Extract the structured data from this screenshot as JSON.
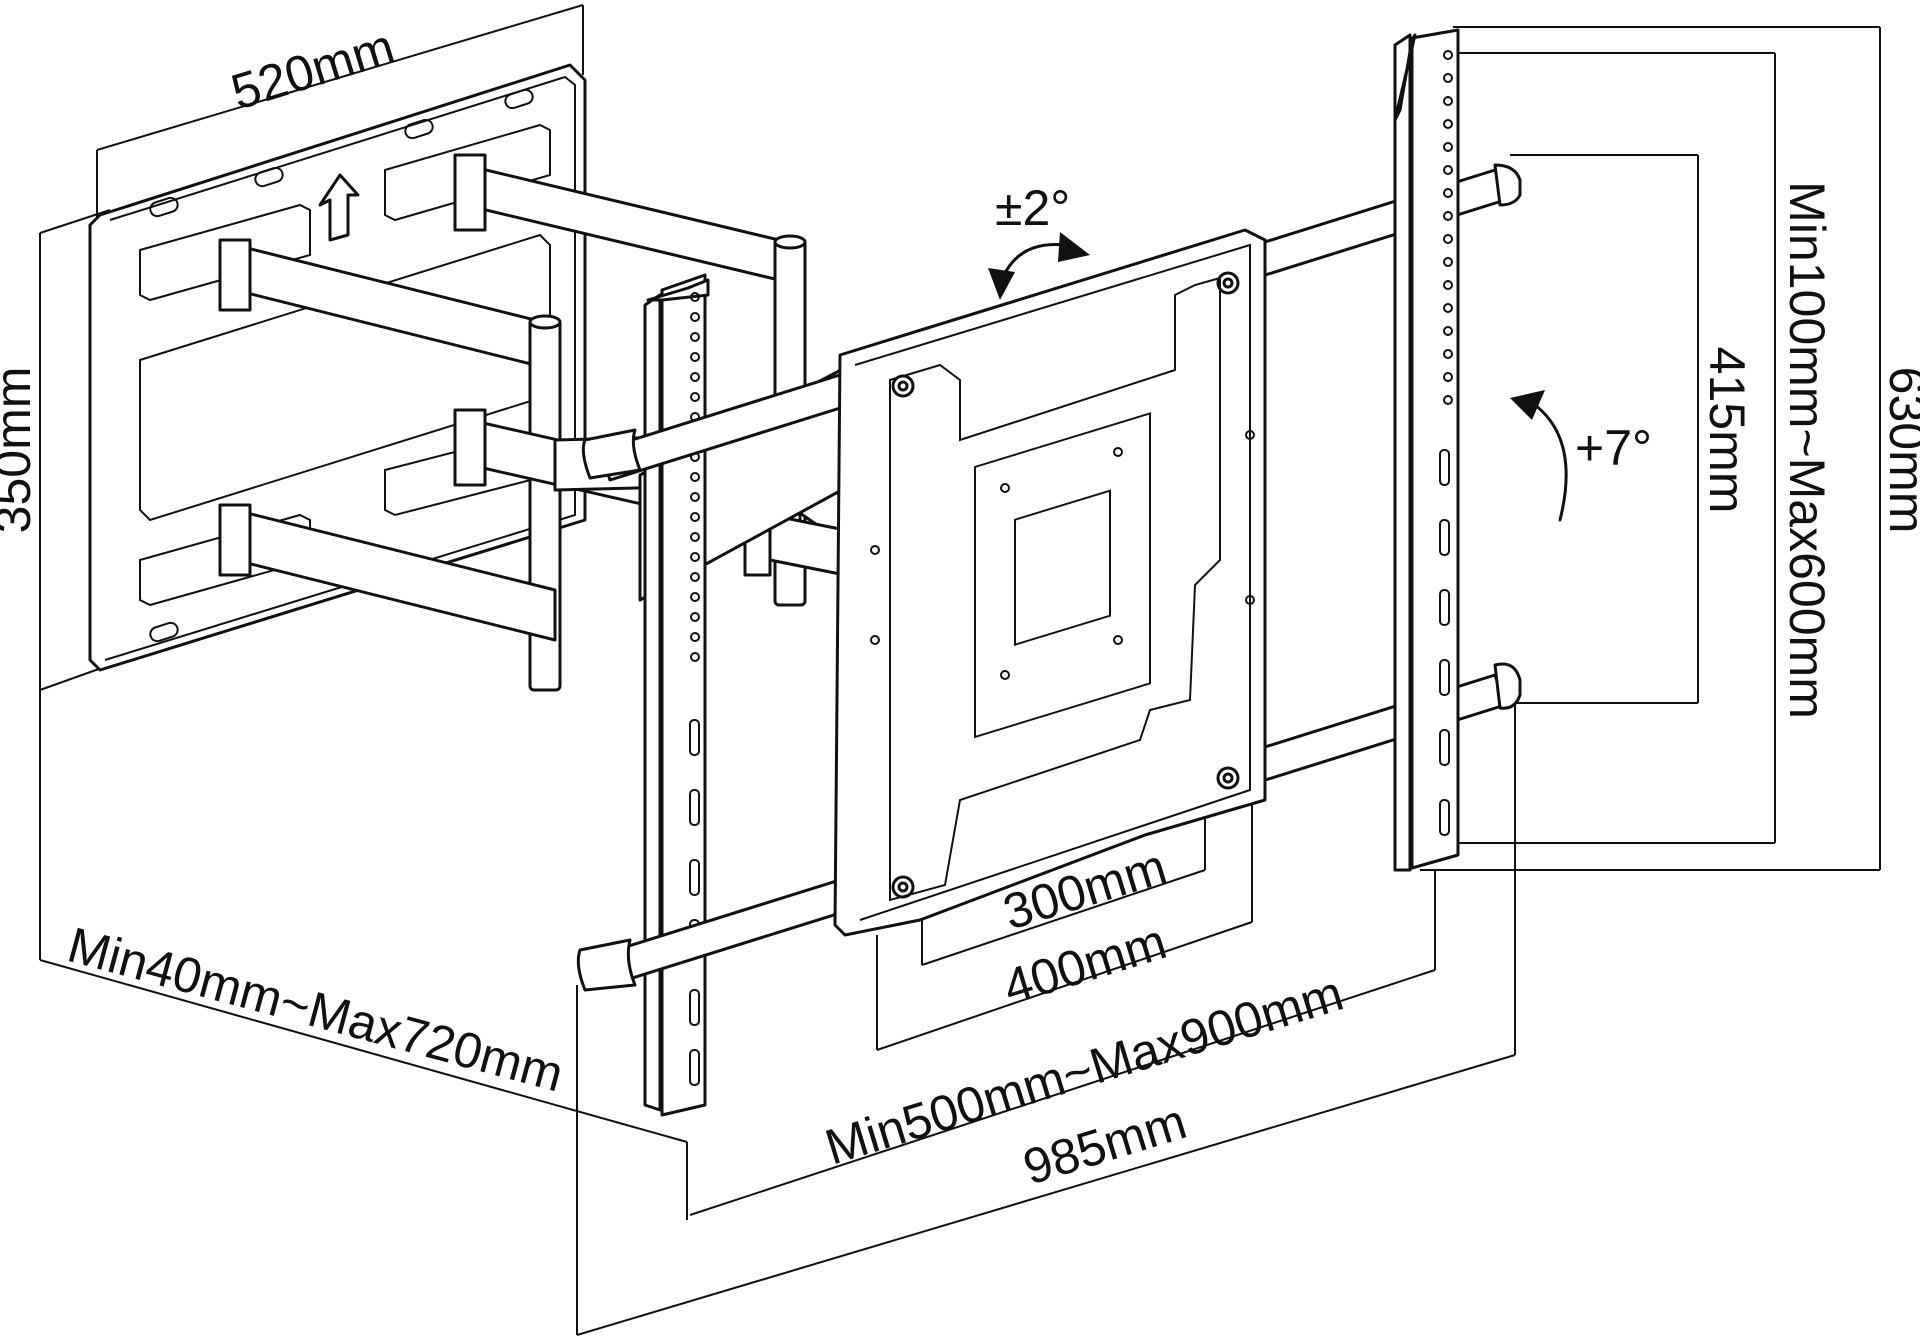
{
  "diagram": {
    "labels": {
      "wall_plate_width": "520mm",
      "wall_plate_height": "350mm",
      "tilt_rotation": "±2°",
      "tilt_angle": "+7°",
      "vertical_range": "Min100mm~Max600mm",
      "arm_height": "415mm",
      "bracket_height": "630mm",
      "extension": "Min40mm~Max720mm",
      "vesa_300": "300mm",
      "vesa_400": "400mm",
      "horizontal_range": "Min500mm~Max900mm",
      "total_width": "985mm"
    }
  }
}
